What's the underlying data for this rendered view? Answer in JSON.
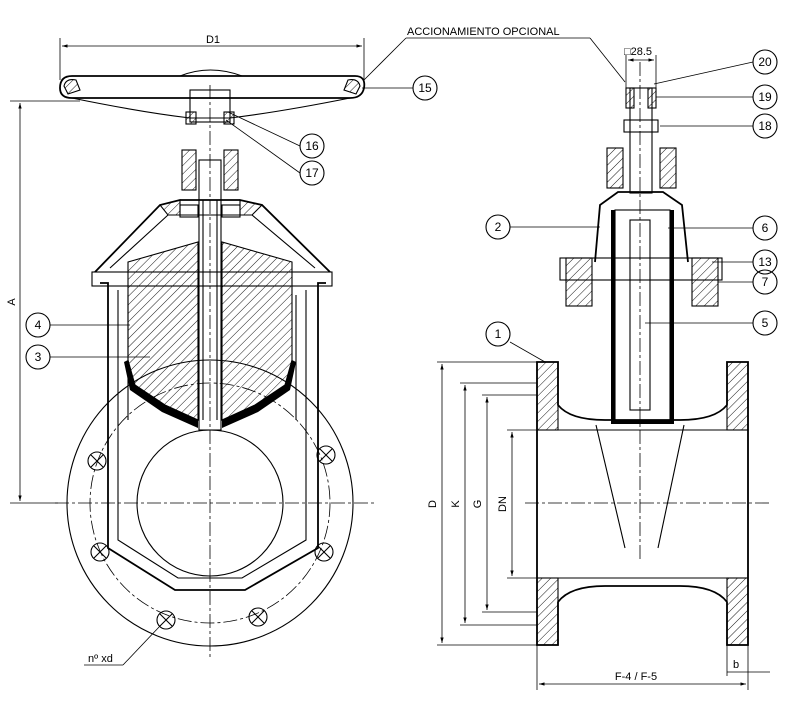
{
  "header": {
    "optional_actuation": "ACCIONAMIENTO OPCIONAL"
  },
  "dimensions": {
    "d1": "D1",
    "a": "A",
    "square": "□28.5",
    "d": "D",
    "k": "K",
    "g": "G",
    "dn": "DN",
    "face_to_face": "F-4 / F-5",
    "b": "b",
    "bolts": "nº xd"
  },
  "parts": [
    "1",
    "2",
    "3",
    "4",
    "5",
    "6",
    "7",
    "13",
    "15",
    "16",
    "17",
    "18",
    "19",
    "20"
  ]
}
